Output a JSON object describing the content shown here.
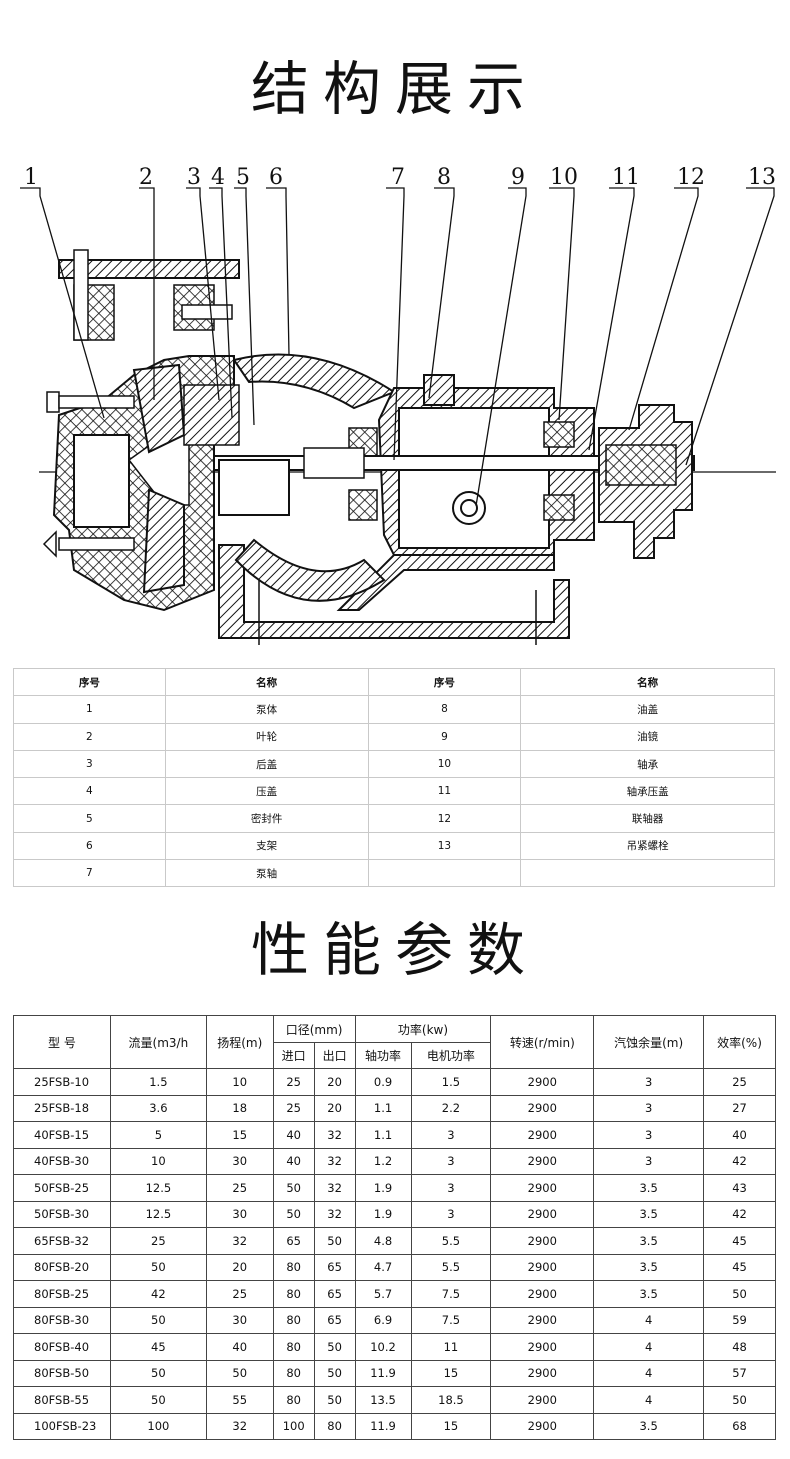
{
  "titles": {
    "structure": "结构展示",
    "performance": "性能参数"
  },
  "diagram": {
    "callouts": [
      "1",
      "2",
      "3",
      "4",
      "5",
      "6",
      "7",
      "8",
      "9",
      "10",
      "11",
      "12",
      "13"
    ]
  },
  "parts_table": {
    "headers": [
      "序号",
      "名称",
      "序号",
      "名称"
    ],
    "rows": [
      [
        "1",
        "泵体",
        "8",
        "油盖"
      ],
      [
        "2",
        "叶轮",
        "9",
        "油镜"
      ],
      [
        "3",
        "后盖",
        "10",
        "轴承"
      ],
      [
        "4",
        "压盖",
        "11",
        "轴承压盖"
      ],
      [
        "5",
        "密封件",
        "12",
        "联轴器"
      ],
      [
        "6",
        "支架",
        "13",
        "吊紧螺栓"
      ],
      [
        "7",
        "泵轴",
        "",
        ""
      ]
    ]
  },
  "perf_table": {
    "headers": {
      "model": "型  号",
      "flow": "流量(m3/h",
      "head": "扬程(m)",
      "diameter": "口径(mm)",
      "inlet": "进口",
      "outlet": "出口",
      "power": "功率(kw)",
      "shaft_power": "轴功率",
      "motor_power": "电机功率",
      "speed": "转速(r/min)",
      "npsh": "汽蚀余量(m)",
      "efficiency": "效率(%)"
    },
    "rows": [
      [
        "25FSB-10",
        "1.5",
        "10",
        "25",
        "20",
        "0.9",
        "1.5",
        "2900",
        "3",
        "25"
      ],
      [
        "25FSB-18",
        "3.6",
        "18",
        "25",
        "20",
        "1.1",
        "2.2",
        "2900",
        "3",
        "27"
      ],
      [
        "40FSB-15",
        "5",
        "15",
        "40",
        "32",
        "1.1",
        "3",
        "2900",
        "3",
        "40"
      ],
      [
        "40FSB-30",
        "10",
        "30",
        "40",
        "32",
        "1.2",
        "3",
        "2900",
        "3",
        "42"
      ],
      [
        "50FSB-25",
        "12.5",
        "25",
        "50",
        "32",
        "1.9",
        "3",
        "2900",
        "3.5",
        "43"
      ],
      [
        "50FSB-30",
        "12.5",
        "30",
        "50",
        "32",
        "1.9",
        "3",
        "2900",
        "3.5",
        "42"
      ],
      [
        "65FSB-32",
        "25",
        "32",
        "65",
        "50",
        "4.8",
        "5.5",
        "2900",
        "3.5",
        "45"
      ],
      [
        "80FSB-20",
        "50",
        "20",
        "80",
        "65",
        "4.7",
        "5.5",
        "2900",
        "3.5",
        "45"
      ],
      [
        "80FSB-25",
        "42",
        "25",
        "80",
        "65",
        "5.7",
        "7.5",
        "2900",
        "3.5",
        "50"
      ],
      [
        "80FSB-30",
        "50",
        "30",
        "80",
        "65",
        "6.9",
        "7.5",
        "2900",
        "4",
        "59"
      ],
      [
        "80FSB-40",
        "45",
        "40",
        "80",
        "50",
        "10.2",
        "11",
        "2900",
        "4",
        "48"
      ],
      [
        "80FSB-50",
        "50",
        "50",
        "80",
        "50",
        "11.9",
        "15",
        "2900",
        "4",
        "57"
      ],
      [
        "80FSB-55",
        "50",
        "55",
        "80",
        "50",
        "13.5",
        "18.5",
        "2900",
        "4",
        "50"
      ],
      [
        "100FSB-23",
        "100",
        "32",
        "100",
        "80",
        "11.9",
        "15",
        "2900",
        "3.5",
        "68"
      ]
    ]
  }
}
